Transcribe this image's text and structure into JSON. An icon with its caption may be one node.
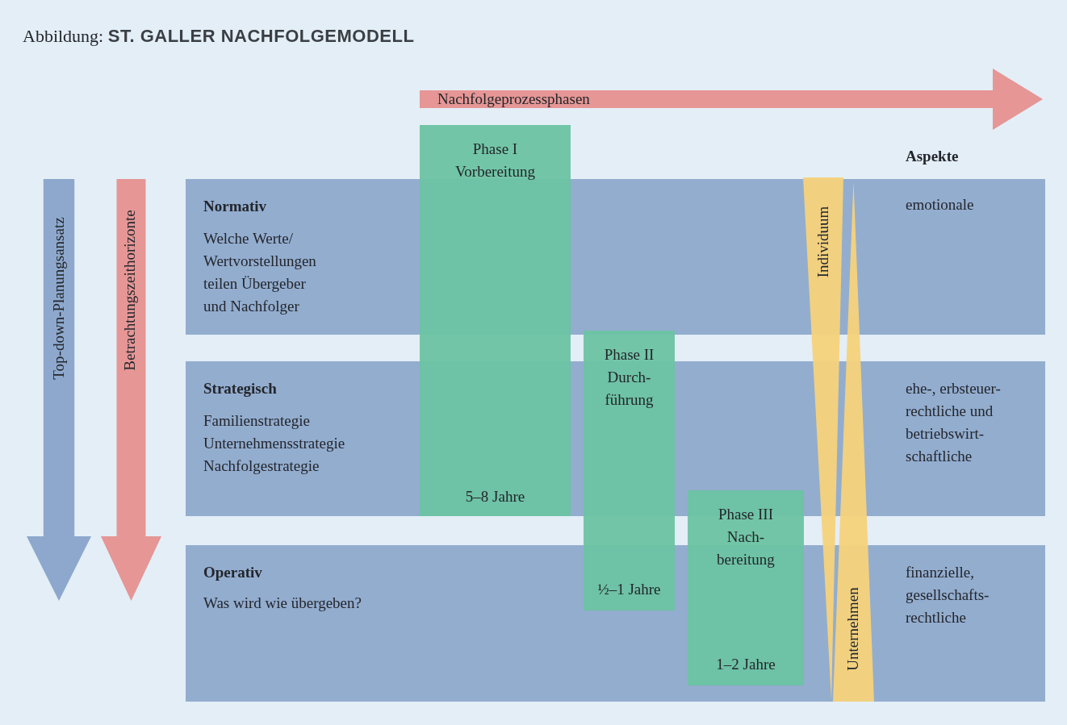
{
  "diagram": {
    "title": "Abbildung: **ST. GALLER NACHFOLGEMODELL**",
    "nodes": [
      {
        "text": [
          "Nachfolgeprozessphasen"
        ]
      },
      {
        "text": [
          "Top-down-Planungsansatz"
        ]
      },
      {
        "text": [
          "Betrachtungszeithorizonte"
        ]
      },
      {
        "text": [
          "Normativ",
          "Welche Werte/ Wertvorstellungen teilen Übergeber und Nachfolger"
        ]
      },
      {
        "text": [
          "Strategisch",
          "Familienstrategie Unternehmensstrategie Nachfolgestrategie"
        ]
      },
      {
        "text": [
          "Operativ",
          "Was wird wie übergeben?"
        ]
      },
      {
        "text": [
          "Phase I Vorbereitung",
          "5–8 Jahre"
        ]
      },
      {
        "text": [
          "Phase II Durch- führung",
          "½–1 Jahre"
        ]
      },
      {
        "text": [
          "Phase III Nach- bereitung",
          "1–2 Jahre"
        ]
      },
      {
        "text": [
          "Individuum"
        ]
      },
      {
        "text": [
          "Unternehmen"
        ]
      }
    ],
    "labels": [
      "Aspekte",
      "emotionale",
      "ehe-, erbsteuer- rechtliche und betriebswirt- schaftliche",
      "finanzielle, gesellschafts- rechtliche"
    ]
  }
}
